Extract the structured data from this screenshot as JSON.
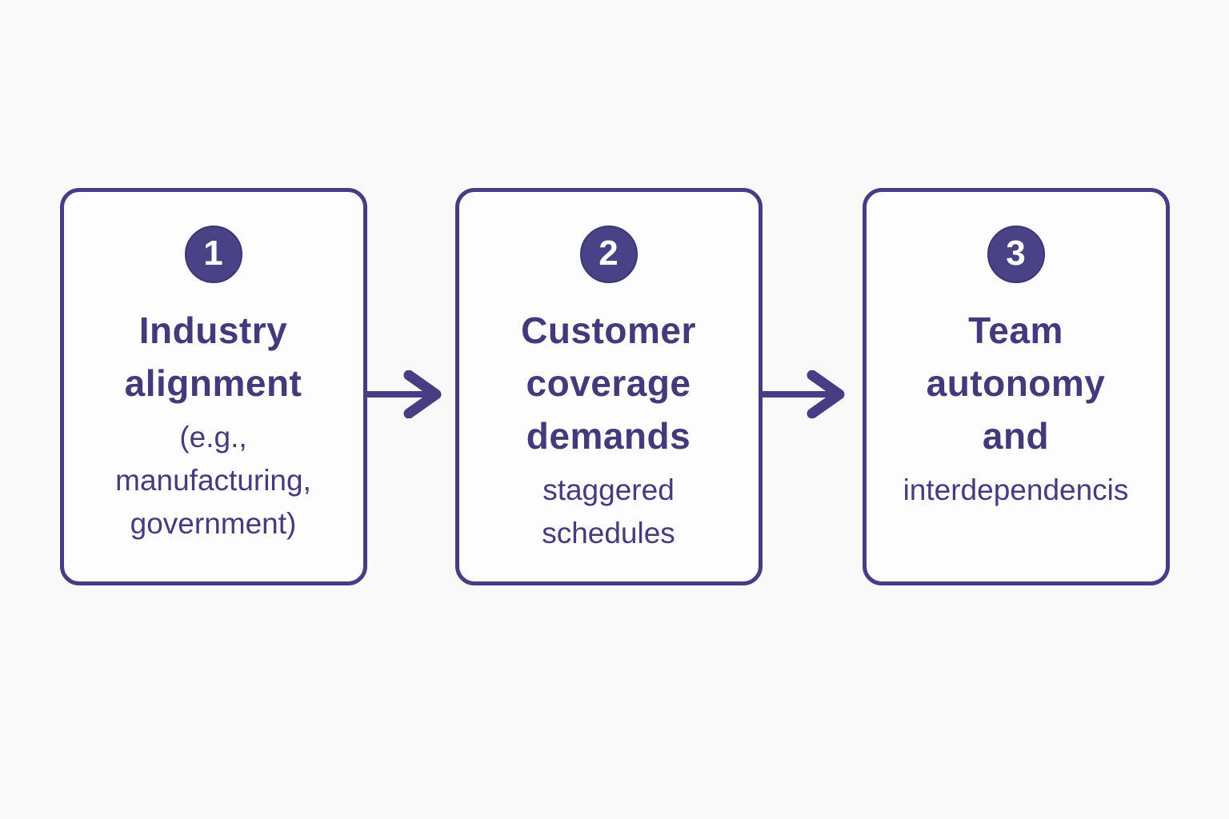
{
  "theme": {
    "accent_purple": "#463d82",
    "text_purple": "#423a7b",
    "badge_fill": "#4a4286",
    "badge_number_color": "#ffffff",
    "card_background": "#fdfdfe",
    "page_background": "#faf9f9"
  },
  "diagram": {
    "steps": [
      {
        "number": "1",
        "title": "Industry\nalignment",
        "subtitle": "(e.g.,\nmanufacturing,\ngovernment)"
      },
      {
        "number": "2",
        "title": "Customer\ncoverage\ndemands",
        "subtitle": "staggered\nschedules"
      },
      {
        "number": "3",
        "title": "Team\nautonomy\nand",
        "subtitle": "interdependencis"
      }
    ]
  }
}
